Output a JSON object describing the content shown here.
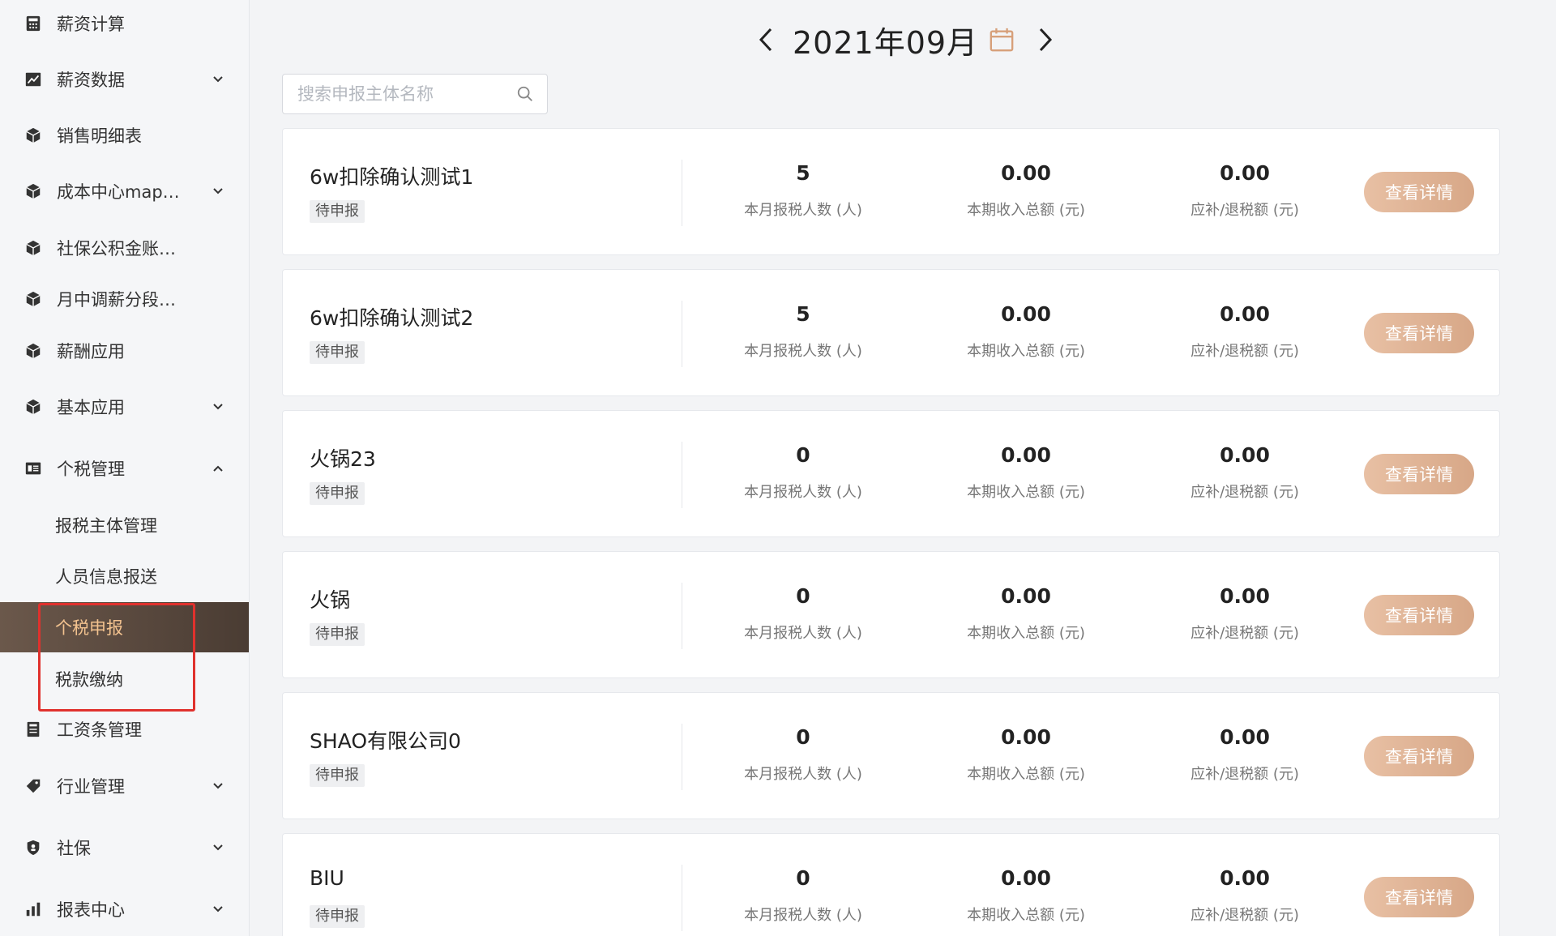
{
  "sidebar": {
    "items": [
      {
        "label": "薪资计算",
        "icon": "calculator-icon",
        "chevron": ""
      },
      {
        "label": "薪资数据",
        "icon": "chart-line-icon",
        "chevron": "down"
      },
      {
        "label": "销售明细表",
        "icon": "cube-icon",
        "chevron": ""
      },
      {
        "label": "成本中心map…",
        "icon": "cube-icon",
        "chevron": "down"
      },
      {
        "label": "社保公积金账…",
        "icon": "cube-icon",
        "chevron": ""
      },
      {
        "label": "月中调薪分段…",
        "icon": "cube-icon",
        "chevron": ""
      },
      {
        "label": "薪酬应用",
        "icon": "cube-icon",
        "chevron": ""
      },
      {
        "label": "基本应用",
        "icon": "cube-icon",
        "chevron": "down"
      },
      {
        "label": "个税管理",
        "icon": "tax-icon",
        "chevron": "up"
      },
      {
        "label": "工资条管理",
        "icon": "document-icon",
        "chevron": ""
      },
      {
        "label": "行业管理",
        "icon": "tag-icon",
        "chevron": "down"
      },
      {
        "label": "社保",
        "icon": "shield-icon",
        "chevron": "down"
      },
      {
        "label": "报表中心",
        "icon": "bar-chart-icon",
        "chevron": "down"
      }
    ],
    "tax_submenu": [
      {
        "label": "报税主体管理",
        "active": false
      },
      {
        "label": "人员信息报送",
        "active": false
      },
      {
        "label": "个税申报",
        "active": true
      },
      {
        "label": "税款缴纳",
        "active": false
      }
    ],
    "active_color": "#f2c28f"
  },
  "header": {
    "month": "2021年09月",
    "prev_icon": "chevron-left-icon",
    "next_icon": "chevron-right-icon",
    "calendar_icon": "calendar-icon"
  },
  "search": {
    "placeholder": "搜索申报主体名称",
    "value": ""
  },
  "entities": [
    {
      "name": "6w扣除确认测试1",
      "status": "待申报",
      "people": "5",
      "income": "0.00",
      "refund": "0.00"
    },
    {
      "name": "6w扣除确认测试2",
      "status": "待申报",
      "people": "5",
      "income": "0.00",
      "refund": "0.00"
    },
    {
      "name": "火锅23",
      "status": "待申报",
      "people": "0",
      "income": "0.00",
      "refund": "0.00"
    },
    {
      "name": "火锅",
      "status": "待申报",
      "people": "0",
      "income": "0.00",
      "refund": "0.00"
    },
    {
      "name": "SHAO有限公司0",
      "status": "待申报",
      "people": "0",
      "income": "0.00",
      "refund": "0.00"
    },
    {
      "name": "BIU",
      "status": "待申报",
      "people": "0",
      "income": "0.00",
      "refund": "0.00"
    }
  ],
  "labels": {
    "people": "本月报税人数 (人)",
    "income": "本期收入总额 (元)",
    "refund": "应补/退税额 (元)",
    "detail_button": "查看详情"
  },
  "colors": {
    "accent": "#d9ab8b",
    "calendar": "#d7a07a",
    "highlight": "#e0312d"
  }
}
